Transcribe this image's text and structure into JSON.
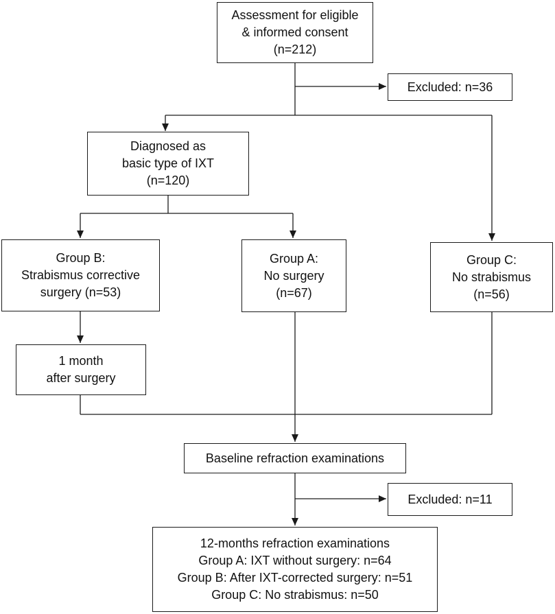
{
  "nodes": {
    "assessment": {
      "lines": [
        "Assessment for eligible",
        "& informed consent",
        "(n=212)"
      ]
    },
    "excluded_first": {
      "lines": [
        "Excluded: n=36"
      ]
    },
    "diagnosed": {
      "lines": [
        "Diagnosed as",
        "basic type of IXT",
        "(n=120)"
      ]
    },
    "group_b": {
      "lines": [
        "Group B:",
        "Strabismus corrective",
        "surgery (n=53)"
      ]
    },
    "group_a": {
      "lines": [
        "Group A:",
        "No surgery",
        "(n=67)"
      ]
    },
    "group_c": {
      "lines": [
        "Group C:",
        "No strabismus",
        "(n=56)"
      ]
    },
    "one_month": {
      "lines": [
        "1 month",
        "after surgery"
      ]
    },
    "baseline": {
      "lines": [
        "Baseline refraction examinations"
      ]
    },
    "excluded_second": {
      "lines": [
        "Excluded: n=11"
      ]
    },
    "twelve_months": {
      "lines": [
        "12-months refraction examinations",
        "Group A: IXT without surgery: n=64",
        "Group B: After IXT-corrected surgery: n=51",
        "Group C: No strabismus: n=50"
      ]
    }
  },
  "edges": [
    {
      "from": "assessment",
      "to": "excluded_first"
    },
    {
      "from": "assessment",
      "to": "diagnosed"
    },
    {
      "from": "assessment",
      "to": "group_c"
    },
    {
      "from": "diagnosed",
      "to": "group_b"
    },
    {
      "from": "diagnosed",
      "to": "group_a"
    },
    {
      "from": "group_b",
      "to": "one_month"
    },
    {
      "from": "one_month",
      "to": "baseline"
    },
    {
      "from": "group_a",
      "to": "baseline"
    },
    {
      "from": "group_c",
      "to": "baseline"
    },
    {
      "from": "baseline",
      "to": "excluded_second"
    },
    {
      "from": "baseline",
      "to": "twelve_months"
    }
  ],
  "colors": {
    "line": "#1a1a1a",
    "box_border": "#1a1a1a",
    "text": "#111111"
  }
}
